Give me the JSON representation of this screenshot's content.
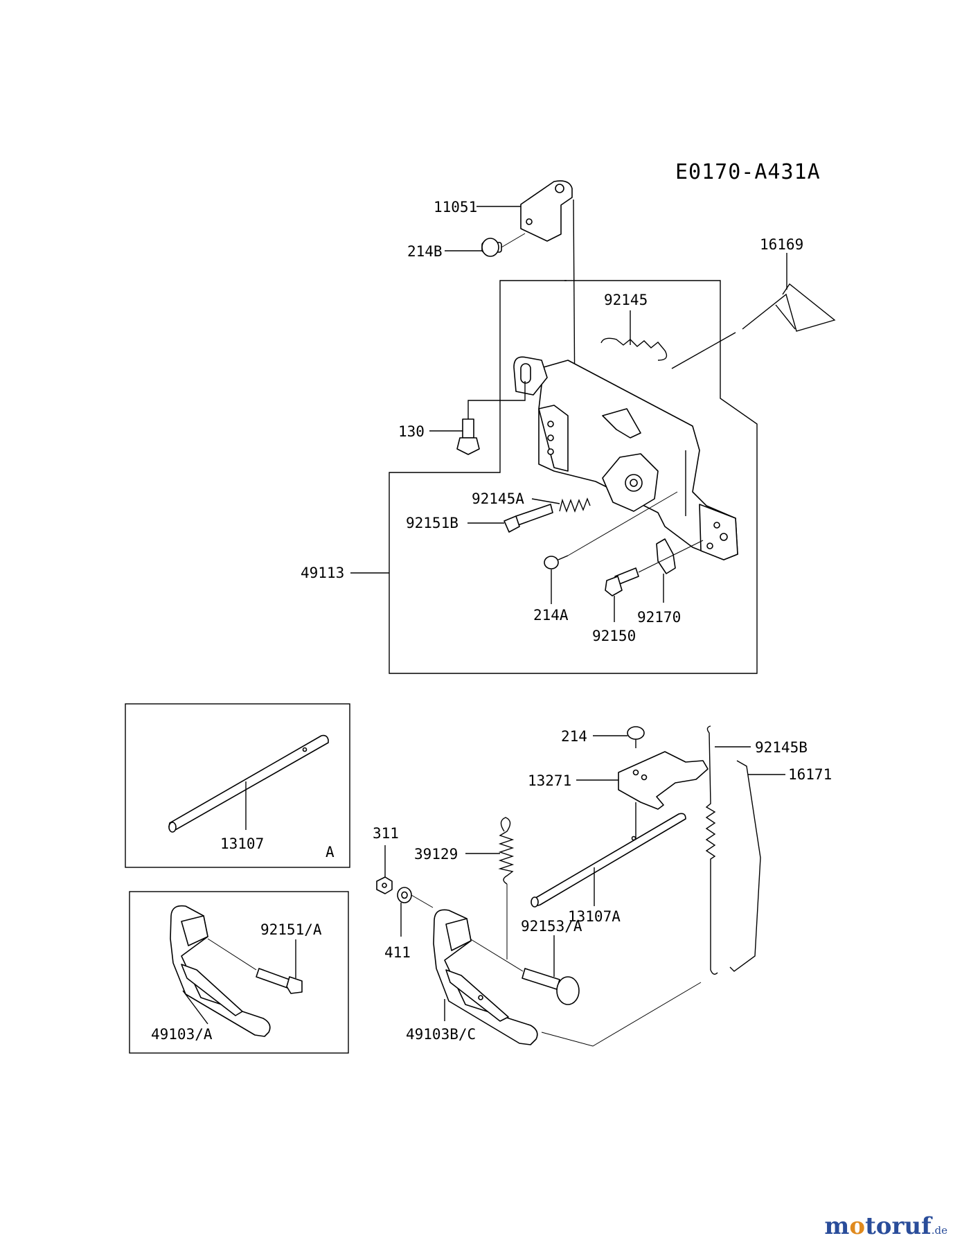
{
  "diagram_code": "E0170-A431A",
  "callouts": {
    "p11051": "11051",
    "p214B": "214B",
    "p16169": "16169",
    "p92145": "92145",
    "p130": "130",
    "p92145A": "92145A",
    "p92151B": "92151B",
    "p49113": "49113",
    "p214A": "214A",
    "p92170": "92170",
    "p92150": "92150",
    "p13107": "13107",
    "inset_a_tag": "A",
    "p214": "214",
    "p92145B": "92145B",
    "p13271": "13271",
    "p16171": "16171",
    "p311": "311",
    "p39129": "39129",
    "p13107A": "13107A",
    "p411": "411",
    "p92153A": "92153/A",
    "p92151A": "92151/A",
    "p49103A": "49103/A",
    "p49103BC": "49103B/C"
  },
  "watermark": {
    "brand_m": "m",
    "brand_o": "o",
    "brand_rest": "toruf",
    "tld": ".de"
  }
}
